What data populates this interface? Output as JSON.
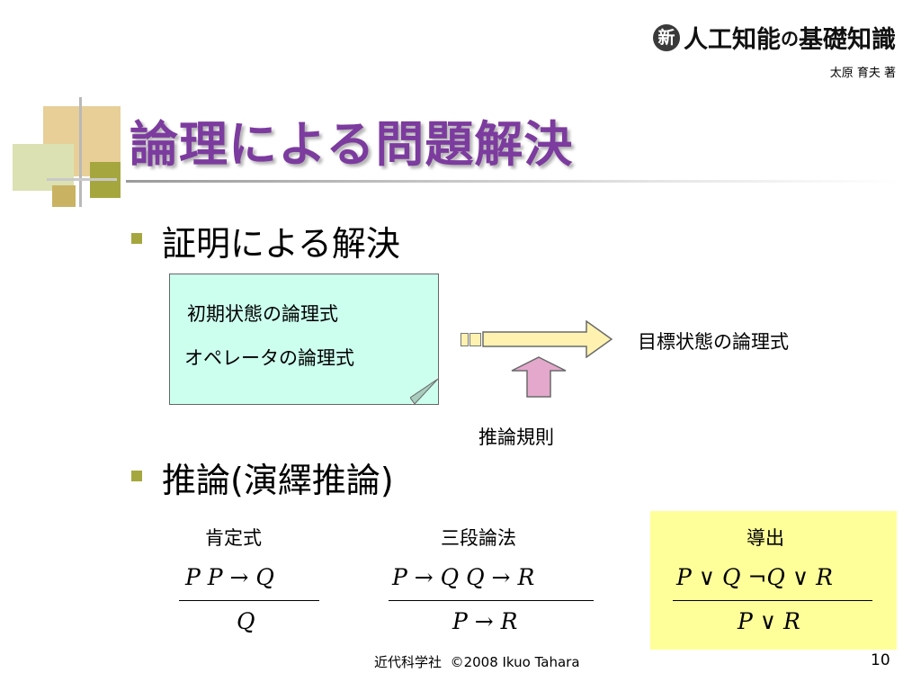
{
  "header": {
    "book_title_badge": "新",
    "book_title_part1": "人工知能",
    "book_title_particle": "の",
    "book_title_part2": "基礎知識",
    "author": "太原 育夫 著"
  },
  "slide": {
    "title": "論理による問題解決",
    "bullets": [
      "証明による解決",
      "推論(演繹推論)"
    ]
  },
  "diagram": {
    "note_lines": [
      "初期状態の論理式",
      "オペレータの論理式"
    ],
    "goal_label": "目標状態の論理式",
    "rule_label": "推論規則"
  },
  "rules": [
    {
      "name": "肯定式",
      "premise": "P    P → Q",
      "conclusion": "Q"
    },
    {
      "name": "三段論法",
      "premise": "P → Q    Q → R",
      "conclusion": "P → R"
    },
    {
      "name": "導出",
      "premise": "P ∨ Q    ¬Q ∨ R",
      "conclusion": "P ∨ R"
    }
  ],
  "footer": {
    "publisher": "近代科学社",
    "copyright": "©2008 Ikuo Tahara",
    "page_number": "10"
  },
  "colors": {
    "title": "#7c3b9e",
    "bullet": "#a5a73e",
    "note_fill": "#ccffee",
    "arrow_fill": "#fff2b0",
    "up_arrow_fill": "#e3a8cc",
    "highlight_box": "#ffff99"
  }
}
